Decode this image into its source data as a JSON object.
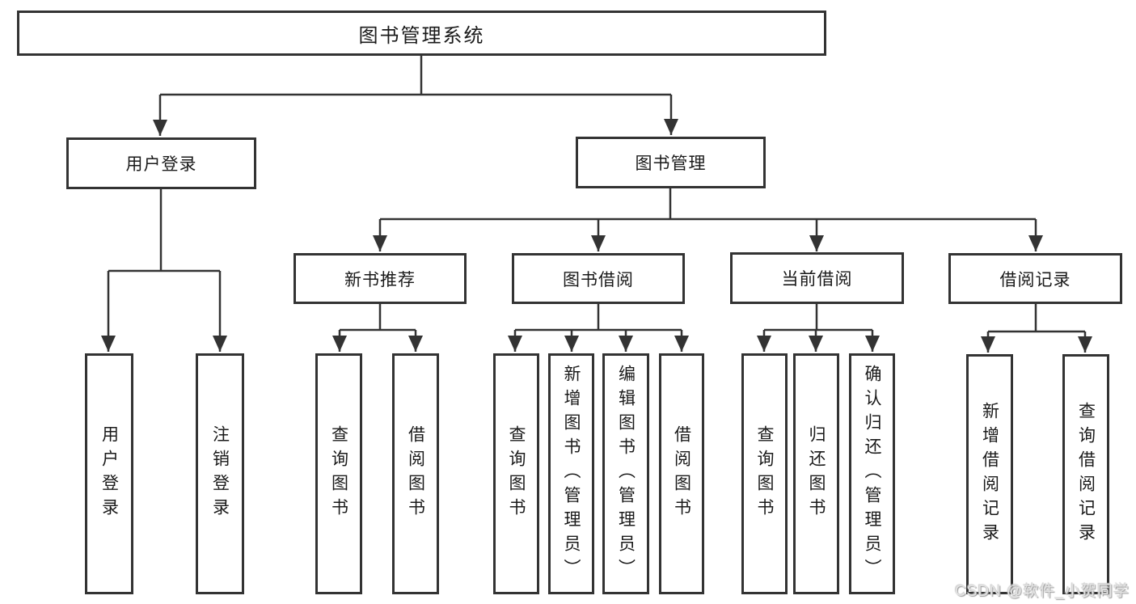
{
  "diagram": {
    "type": "hierarchy",
    "title": "图书管理系统",
    "colors": {
      "line": "#333333",
      "box_border": "#333333",
      "box_fill": "#ffffff",
      "text": "#1a1a1a",
      "watermark": "#e3e3e3"
    },
    "root": {
      "label": "图书管理系统",
      "children": [
        {
          "label": "用户登录",
          "children": [
            {
              "label": "用户登录"
            },
            {
              "label": "注销登录"
            }
          ]
        },
        {
          "label": "图书管理",
          "children": [
            {
              "label": "新书推荐",
              "children": [
                {
                  "label": "查询图书"
                },
                {
                  "label": "借阅图书"
                }
              ]
            },
            {
              "label": "图书借阅",
              "children": [
                {
                  "label": "查询图书"
                },
                {
                  "label": "新增图书（管理员）"
                },
                {
                  "label": "编辑图书（管理员）"
                },
                {
                  "label": "借阅图书"
                }
              ]
            },
            {
              "label": "当前借阅",
              "children": [
                {
                  "label": "查询图书"
                },
                {
                  "label": "归还图书"
                },
                {
                  "label": "确认归还（管理员）"
                }
              ]
            },
            {
              "label": "借阅记录",
              "children": [
                {
                  "label": "新增借阅记录"
                },
                {
                  "label": "查询借阅记录"
                }
              ]
            }
          ]
        }
      ]
    },
    "watermark": "CSDN @软件_小贺同学"
  }
}
